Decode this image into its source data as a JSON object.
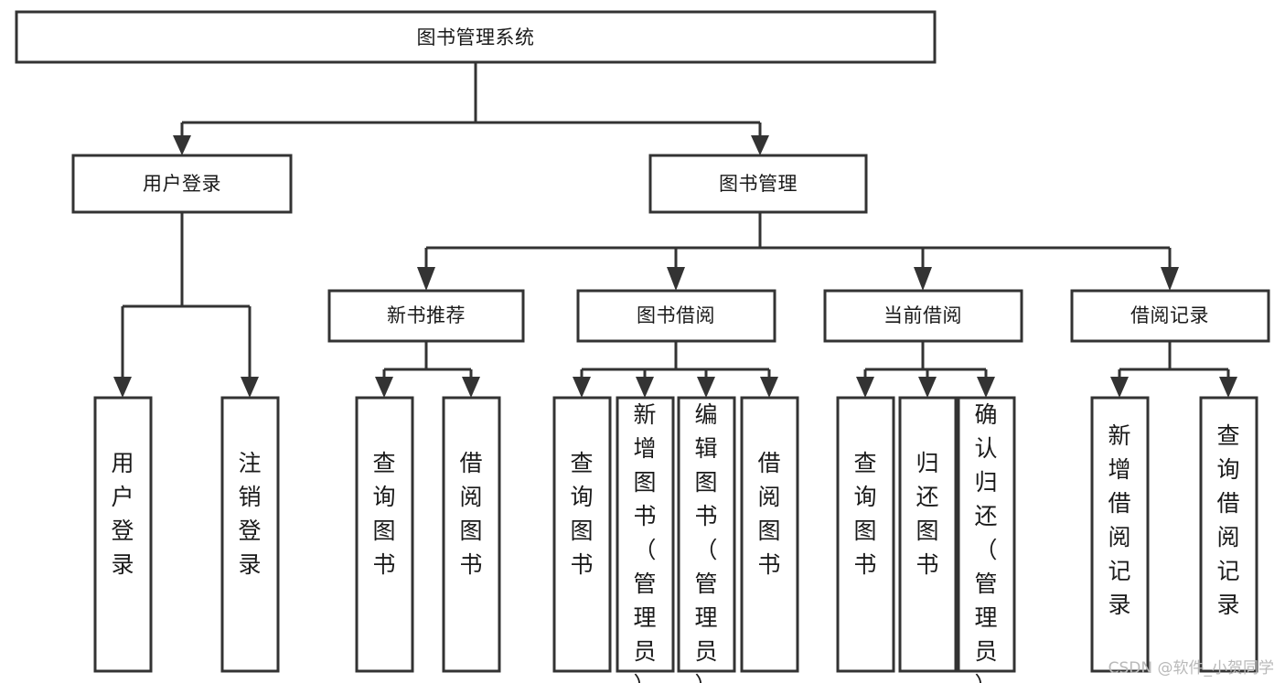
{
  "diagram": {
    "type": "tree",
    "title": "图书管理系统",
    "orientation": "top-down",
    "colors": {
      "box_fill": "#ffffff",
      "box_stroke": "#333333",
      "text": "#1a1a1a",
      "watermark": "#b9b9b9",
      "background": "#ffffff"
    },
    "root": {
      "id": "root",
      "label": "图书管理系统",
      "text_orientation": "horizontal"
    },
    "level2": [
      {
        "id": "user-login",
        "label": "用户登录",
        "text_orientation": "horizontal"
      },
      {
        "id": "book-manage",
        "label": "图书管理",
        "text_orientation": "horizontal"
      }
    ],
    "level3": [
      {
        "id": "new-book-recommend",
        "label": "新书推荐",
        "parent": "book-manage",
        "text_orientation": "horizontal"
      },
      {
        "id": "book-borrow",
        "label": "图书借阅",
        "parent": "book-manage",
        "text_orientation": "horizontal"
      },
      {
        "id": "current-borrow",
        "label": "当前借阅",
        "parent": "book-manage",
        "text_orientation": "horizontal"
      },
      {
        "id": "borrow-record",
        "label": "借阅记录",
        "parent": "book-manage",
        "text_orientation": "horizontal"
      }
    ],
    "leaves": [
      {
        "id": "leaf-user-login",
        "label": "用户登录",
        "parent": "user-login",
        "text_orientation": "vertical"
      },
      {
        "id": "leaf-user-logout",
        "label": "注销登录",
        "parent": "user-login",
        "text_orientation": "vertical"
      },
      {
        "id": "leaf-query-book-1",
        "label": "查询图书",
        "parent": "new-book-recommend",
        "text_orientation": "vertical"
      },
      {
        "id": "leaf-borrow-book-1",
        "label": "借阅图书",
        "parent": "new-book-recommend",
        "text_orientation": "vertical"
      },
      {
        "id": "leaf-query-book-2",
        "label": "查询图书",
        "parent": "book-borrow",
        "text_orientation": "vertical"
      },
      {
        "id": "leaf-add-book",
        "label": "新增图书（管理员）",
        "parent": "book-borrow",
        "text_orientation": "vertical"
      },
      {
        "id": "leaf-edit-book",
        "label": "编辑图书（管理员）",
        "parent": "book-borrow",
        "text_orientation": "vertical"
      },
      {
        "id": "leaf-borrow-book-2",
        "label": "借阅图书",
        "parent": "book-borrow",
        "text_orientation": "vertical"
      },
      {
        "id": "leaf-query-book-3",
        "label": "查询图书",
        "parent": "current-borrow",
        "text_orientation": "vertical"
      },
      {
        "id": "leaf-return-book",
        "label": "归还图书",
        "parent": "current-borrow",
        "text_orientation": "vertical"
      },
      {
        "id": "leaf-confirm-return",
        "label": "确认归还（管理员）",
        "parent": "current-borrow",
        "text_orientation": "vertical"
      },
      {
        "id": "leaf-add-record",
        "label": "新增借阅记录",
        "parent": "borrow-record",
        "text_orientation": "vertical"
      },
      {
        "id": "leaf-query-record",
        "label": "查询借阅记录",
        "parent": "borrow-record",
        "text_orientation": "vertical"
      }
    ]
  },
  "watermark": {
    "text": "CSDN @软件_小贺同学"
  }
}
